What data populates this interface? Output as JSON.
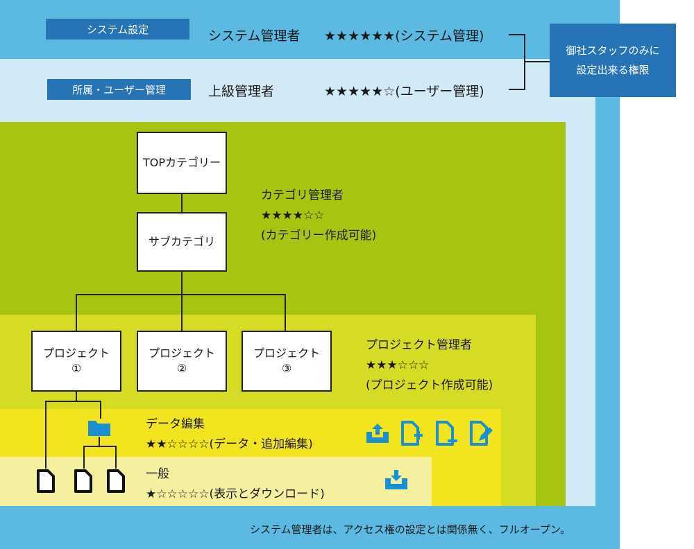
{
  "top": {
    "system_tag": "システム設定",
    "system_role": "システム管理者",
    "system_stars": "★★★★★★(システム管理)",
    "user_tag": "所属・ユーザー管理",
    "user_role": "上級管理者",
    "user_stars": "★★★★★☆(ユーザー管理)",
    "staff_note_line1": "御社スタッフのみに",
    "staff_note_line2": "設定出来る権限"
  },
  "category": {
    "top_box": "TOPカテゴリー",
    "sub_box": "サブカテゴリ",
    "role": "カテゴリ管理者",
    "stars": "★★★★☆☆",
    "desc": "(カテゴリー作成可能)"
  },
  "project": {
    "boxes": [
      {
        "label": "プロジェクト",
        "num": "①"
      },
      {
        "label": "プロジェクト",
        "num": "②"
      },
      {
        "label": "プロジェクト",
        "num": "③"
      }
    ],
    "role": "プロジェクト管理者",
    "stars": "★★★☆☆☆",
    "desc": "(プロジェクト作成可能)"
  },
  "data_edit": {
    "role": "データ編集",
    "stars": "★★☆☆☆☆(データ・追加編集)",
    "icons": [
      "upload-icon",
      "file-add-icon",
      "file-remove-icon",
      "file-edit-icon"
    ]
  },
  "general": {
    "role": "一般",
    "stars": "★☆☆☆☆☆(表示とダウンロード)",
    "icons": [
      "download-icon"
    ]
  },
  "footer_note": "システム管理者は、アクセス権の設定とは関係無く、フルオープン。",
  "colors": {
    "system": "#5cb9e2",
    "user": "#d2e9f6",
    "category": "#a7c410",
    "project": "#d6dc23",
    "data_edit": "#f2e41f",
    "general": "#f5f0a0",
    "tag": "#2673b5",
    "icon": "#1a8fd1"
  }
}
